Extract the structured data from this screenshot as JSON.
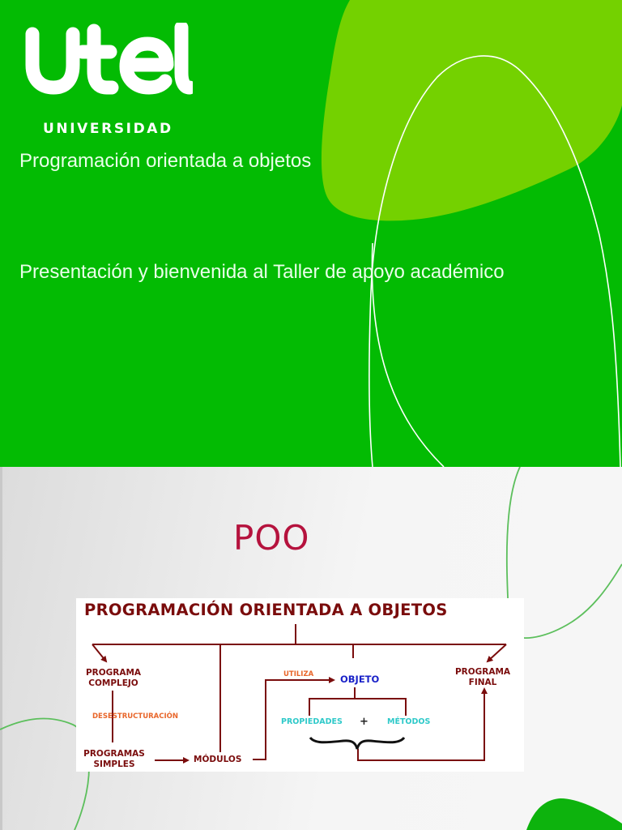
{
  "slide1": {
    "logo": {
      "wordmark": "utel",
      "subtitle": "UNIVERSIDAD"
    },
    "title": "Programación orientada a objetos",
    "subtitle": "Presentación y bienvenida al Taller de apoyo académico",
    "colors": {
      "background": "#03bb03",
      "blob": "#74d100",
      "text": "#eaffea"
    }
  },
  "slide2": {
    "title": "POO",
    "title_color": "#b5123d",
    "diagram": {
      "title": "PROGRAMACIÓN ORIENTADA A OBJETOS",
      "nodes": {
        "programa_complejo": [
          "PROGRAMA",
          "COMPLEJO"
        ],
        "desestructuracion": "DESESTRUCTURACIÓN",
        "programas_simples": [
          "PROGRAMAS",
          "SIMPLES"
        ],
        "modulos": "MÓDULOS",
        "utiliza": "UTILIZA",
        "objeto": "OBJETO",
        "propiedades": "PROPIEDADES",
        "plus": "+",
        "metodos": "MÉTODOS",
        "programa_final": [
          "PROGRAMA",
          "FINAL"
        ]
      },
      "colors": {
        "main": "#7a0c0c",
        "orange": "#e8662a",
        "blue": "#1a22c8",
        "cyan": "#2ec9c9"
      }
    }
  }
}
